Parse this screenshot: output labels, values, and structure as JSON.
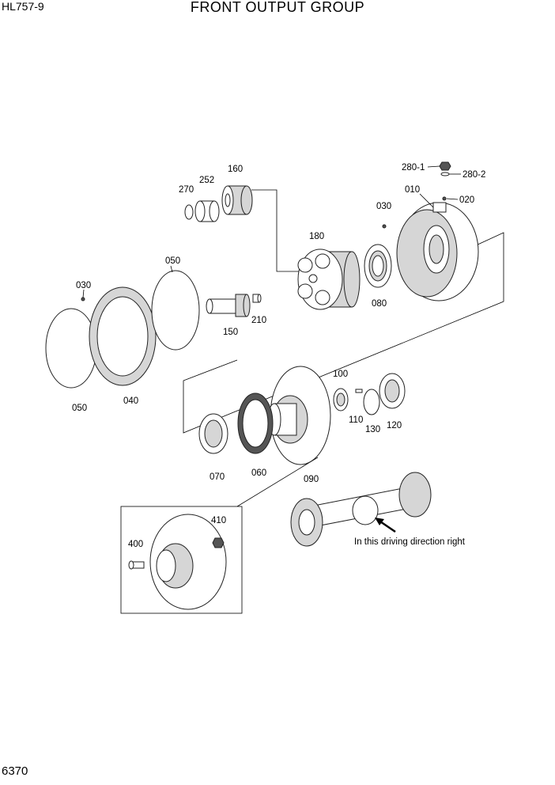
{
  "header": {
    "model": "HL757-9",
    "title": "FRONT OUTPUT GROUP"
  },
  "footer": {
    "page_number": "6370"
  },
  "parts": {
    "p010": "010",
    "p020": "020",
    "p030a": "030",
    "p030b": "030",
    "p040": "040",
    "p050a": "050",
    "p050b": "050",
    "p060": "060",
    "p070": "070",
    "p080": "080",
    "p090": "090",
    "p100": "100",
    "p110": "110",
    "p120": "120",
    "p130": "130",
    "p150": "150",
    "p160": "160",
    "p180": "180",
    "p210": "210",
    "p252": "252",
    "p270": "270",
    "p280_1": "280-1",
    "p280_2": "280-2",
    "p400": "400",
    "p410": "410"
  },
  "note": {
    "direction": "In this driving direction right"
  }
}
